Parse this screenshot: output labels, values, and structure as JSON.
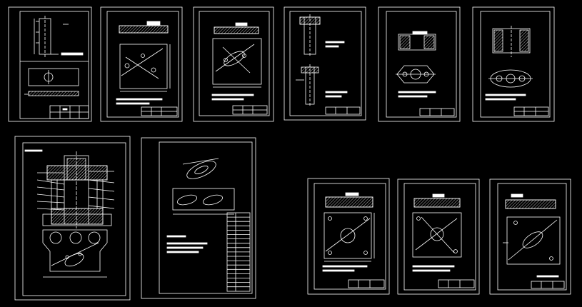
{
  "viewport": {
    "background": "#000000",
    "line_color": "#ffffff"
  },
  "sheets": [
    {
      "id": "sheet-1",
      "kind": "part-two-view"
    },
    {
      "id": "sheet-2",
      "kind": "plate-hole-layout"
    },
    {
      "id": "sheet-3",
      "kind": "plate-hole-layout"
    },
    {
      "id": "sheet-4",
      "kind": "shaft-sections"
    },
    {
      "id": "sheet-5",
      "kind": "flange-plate"
    },
    {
      "id": "sheet-6",
      "kind": "flange-plate"
    },
    {
      "id": "sheet-7",
      "kind": "die-assembly"
    },
    {
      "id": "sheet-8",
      "kind": "part-with-parts-list"
    },
    {
      "id": "sheet-9",
      "kind": "plate-hole-layout"
    },
    {
      "id": "sheet-10",
      "kind": "plate-hole-layout"
    },
    {
      "id": "sheet-11",
      "kind": "plate-hole-layout"
    }
  ]
}
